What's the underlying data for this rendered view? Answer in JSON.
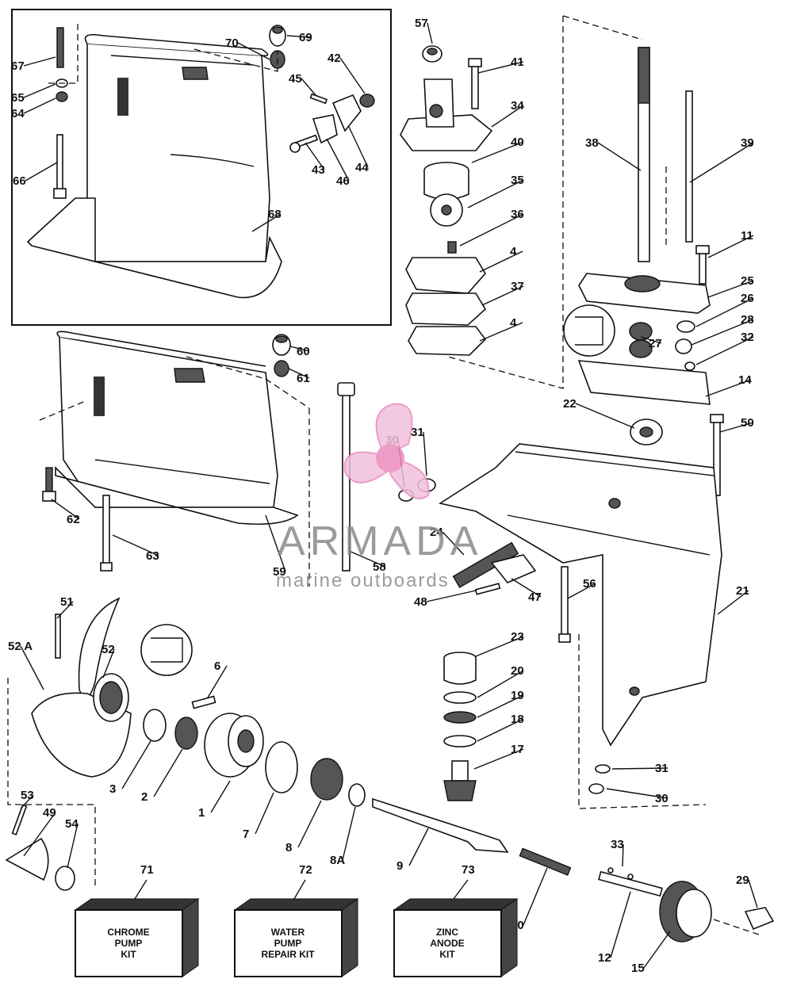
{
  "watermark": {
    "brand": "ARMADA",
    "tagline": "marine outboards"
  },
  "kits": [
    {
      "ref": "71",
      "lines": [
        "CHROME",
        "PUMP",
        "KIT"
      ]
    },
    {
      "ref": "72",
      "lines": [
        "WATER",
        "PUMP",
        "REPAIR KIT"
      ]
    },
    {
      "ref": "73",
      "lines": [
        "ZINC",
        "ANODE",
        "KIT"
      ]
    }
  ],
  "part_labels": [
    "1",
    "2",
    "3",
    "4",
    "4",
    "6",
    "7",
    "8",
    "8A",
    "9",
    "10",
    "11",
    "12",
    "14",
    "15",
    "17",
    "18",
    "19",
    "20",
    "21",
    "22",
    "23",
    "24",
    "25",
    "26",
    "27",
    "28",
    "29",
    "30",
    "30",
    "31",
    "31",
    "32",
    "33",
    "34",
    "35",
    "36",
    "37",
    "38",
    "39",
    "40",
    "41",
    "42",
    "43",
    "44",
    "45",
    "46",
    "47",
    "48",
    "49",
    "50",
    "51",
    "52",
    "52 A",
    "53",
    "54",
    "56",
    "57",
    "58",
    "59",
    "60",
    "61",
    "62",
    "63",
    "64",
    "65",
    "66",
    "67",
    "68",
    "69",
    "70"
  ]
}
